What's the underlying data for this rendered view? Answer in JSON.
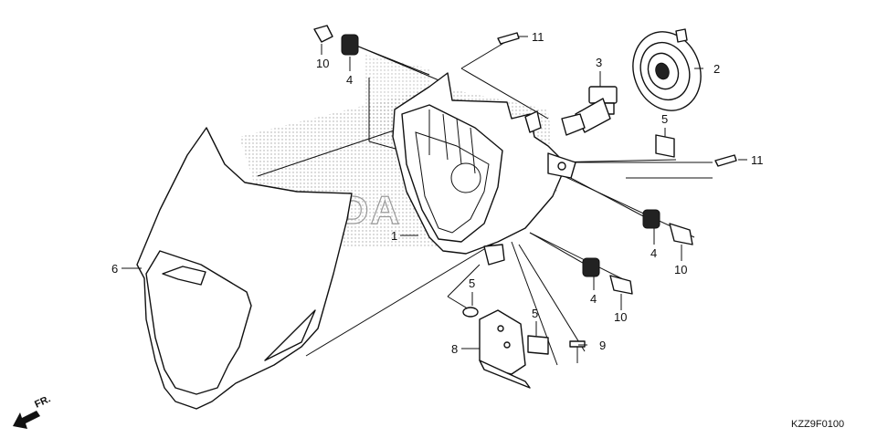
{
  "diagram_code": "KZZ9F0100",
  "watermark_text": "HONDA",
  "direction_label": "FR.",
  "callouts": [
    {
      "id": "c1",
      "label": "1"
    },
    {
      "id": "c2",
      "label": "2"
    },
    {
      "id": "c3",
      "label": "3"
    },
    {
      "id": "c4a",
      "label": "4"
    },
    {
      "id": "c4b",
      "label": "4"
    },
    {
      "id": "c4c",
      "label": "4"
    },
    {
      "id": "c5a",
      "label": "5"
    },
    {
      "id": "c5b",
      "label": "5"
    },
    {
      "id": "c5c",
      "label": "5"
    },
    {
      "id": "c6",
      "label": "6"
    },
    {
      "id": "c8",
      "label": "8"
    },
    {
      "id": "c9",
      "label": "9"
    },
    {
      "id": "c10a",
      "label": "10"
    },
    {
      "id": "c10b",
      "label": "10"
    },
    {
      "id": "c10c",
      "label": "10"
    },
    {
      "id": "c11a",
      "label": "11"
    },
    {
      "id": "c11b",
      "label": "11"
    }
  ]
}
